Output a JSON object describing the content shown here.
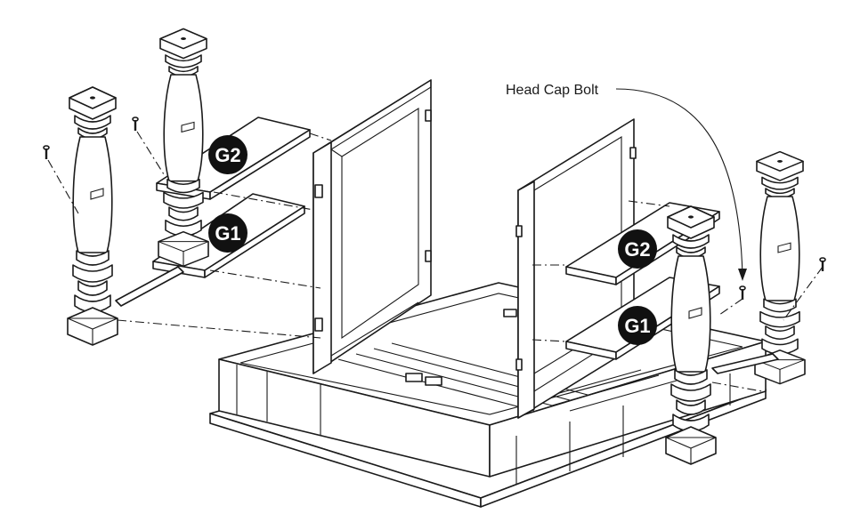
{
  "callout": {
    "label": "Head Cap Bolt"
  },
  "badges": {
    "left_top": "G2",
    "left_bottom": "G1",
    "right_top": "G2",
    "right_bottom": "G1"
  }
}
